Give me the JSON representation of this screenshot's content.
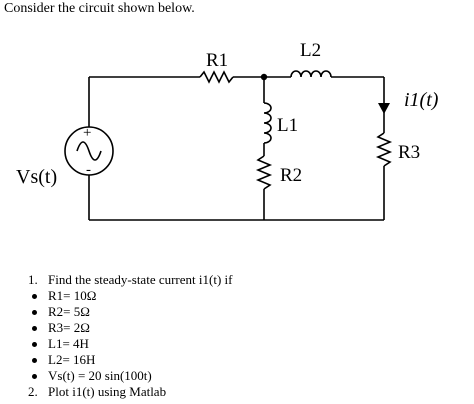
{
  "intro": "Consider the circuit shown below.",
  "circuit": {
    "source_label": "Vs(t)",
    "source_plus": "+",
    "source_minus": "-",
    "r1": "R1",
    "l2": "L2",
    "l1": "L1",
    "r2": "R2",
    "r3": "R3",
    "current": "i1(t)"
  },
  "questions": {
    "q1_num": "1.",
    "q1_text": "Find the steady-state current i1(t) if",
    "params": [
      "R1= 10Ω",
      "R2= 5Ω",
      "R3= 2Ω",
      "L1= 4H",
      "L2= 16H",
      "Vs(t) = 20 sin(100t)"
    ],
    "q2_num": "2.",
    "q2_text": "Plot i1(t) using Matlab"
  }
}
